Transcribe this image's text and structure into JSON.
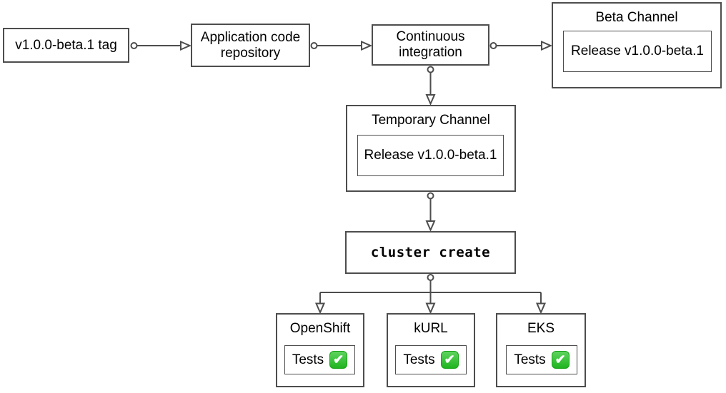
{
  "diagram": {
    "nodes": {
      "tag": {
        "label": "v1.0.0-beta.1 tag"
      },
      "repo": {
        "label": "Application code repository"
      },
      "ci": {
        "label": "Continuous integration"
      },
      "beta_channel": {
        "title": "Beta Channel",
        "release_label": "Release v1.0.0-beta.1"
      },
      "temporary_channel": {
        "title": "Temporary Channel",
        "release_label": "Release v1.0.0-beta.1"
      },
      "cluster_create": {
        "label": "cluster create"
      },
      "openshift": {
        "title": "OpenShift",
        "tests_label": "Tests"
      },
      "kurl": {
        "title": "kURL",
        "tests_label": "Tests"
      },
      "eks": {
        "title": "EKS",
        "tests_label": "Tests"
      }
    },
    "icons": {
      "check_glyph": "✔"
    },
    "colors": {
      "box_border": "#4d4d4d",
      "connector": "#4d4d4d",
      "check_green": "#1fb41f",
      "check_green_dark": "#17a317",
      "background": "#ffffff",
      "text": "#000000"
    }
  }
}
